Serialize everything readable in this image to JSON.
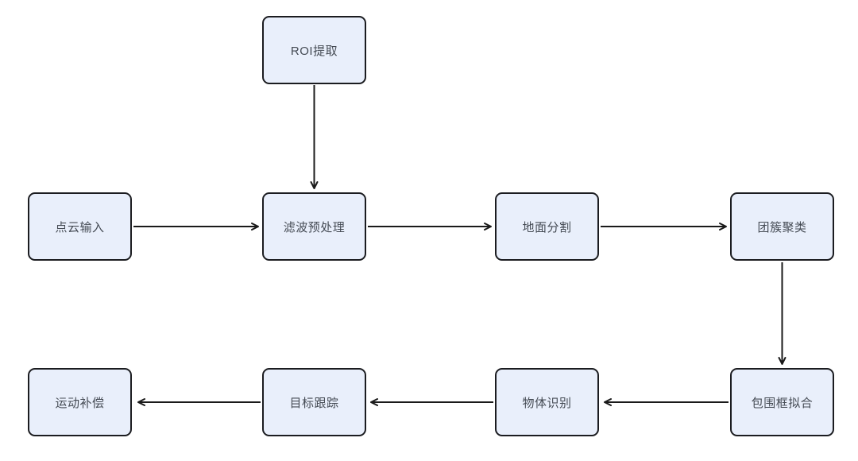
{
  "diagram": {
    "type": "flowchart",
    "nodes": [
      {
        "id": "roi",
        "label": "ROI提取"
      },
      {
        "id": "input",
        "label": "点云输入"
      },
      {
        "id": "filter",
        "label": "滤波预处理"
      },
      {
        "id": "ground",
        "label": "地面分割"
      },
      {
        "id": "cluster",
        "label": "团簇聚类"
      },
      {
        "id": "motion",
        "label": "运动补偿"
      },
      {
        "id": "track",
        "label": "目标跟踪"
      },
      {
        "id": "object",
        "label": "物体识别"
      },
      {
        "id": "bbox",
        "label": "包围框拟合"
      }
    ],
    "edges": [
      {
        "from": "roi",
        "to": "filter",
        "direction": "down"
      },
      {
        "from": "input",
        "to": "filter",
        "direction": "right"
      },
      {
        "from": "filter",
        "to": "ground",
        "direction": "right"
      },
      {
        "from": "ground",
        "to": "cluster",
        "direction": "right"
      },
      {
        "from": "cluster",
        "to": "bbox",
        "direction": "down"
      },
      {
        "from": "bbox",
        "to": "object",
        "direction": "left"
      },
      {
        "from": "object",
        "to": "track",
        "direction": "left"
      },
      {
        "from": "track",
        "to": "motion",
        "direction": "left"
      }
    ],
    "colors": {
      "background": "#ffffff",
      "node_fill": "#e9effb",
      "node_border": "#1b1c20",
      "node_text": "#454b54",
      "arrow": "#1a1a1a"
    }
  }
}
